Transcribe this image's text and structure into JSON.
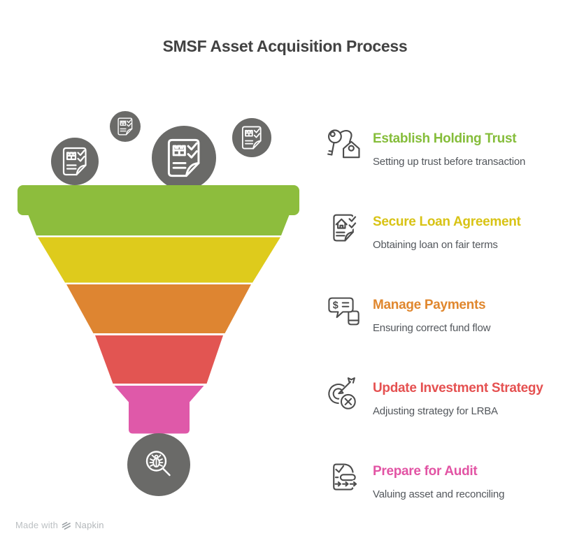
{
  "title": "SMSF Asset Acquisition Process",
  "colors": {
    "title_text": "#424242",
    "subtitle_text": "#53575c",
    "icon_stroke": "#4d4d4d"
  },
  "funnel": {
    "layer_colors": [
      "#8dbd3d",
      "#decb1c",
      "#de8531",
      "#e25552",
      "#df59a9"
    ],
    "circle_color": "#6a6a68",
    "top_icons": "document-checklist",
    "bottom_icon": "bug-magnifier"
  },
  "icon_glyphs": {
    "dollar": "$"
  },
  "steps": [
    {
      "title": "Establish Holding Trust",
      "subtitle": "Setting up trust before transaction",
      "color": "#85bd3a",
      "icon": "key-house"
    },
    {
      "title": "Secure Loan Agreement",
      "subtitle": "Obtaining loan on fair terms",
      "color": "#d8c315",
      "icon": "loan-document"
    },
    {
      "title": "Manage Payments",
      "subtitle": "Ensuring correct fund flow",
      "color": "#e0872e",
      "icon": "payment-chat"
    },
    {
      "title": "Update Investment Strategy",
      "subtitle": "Adjusting strategy for LRBA",
      "color": "#e55151",
      "icon": "target-strategy"
    },
    {
      "title": "Prepare for Audit",
      "subtitle": "Valuing asset and reconciling",
      "color": "#e254a4",
      "icon": "audit-document"
    }
  ],
  "footer": {
    "made_with": "Made with",
    "brand": "Napkin"
  }
}
